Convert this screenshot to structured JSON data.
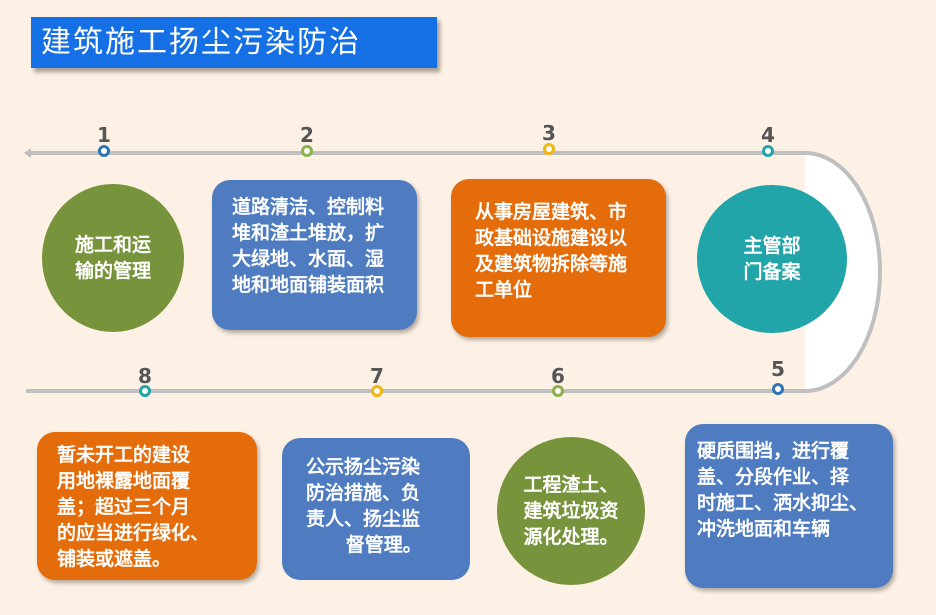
{
  "title": "建筑施工扬尘污染防治",
  "steps": [
    {
      "num": "1",
      "text": "施工和运\n输的管理"
    },
    {
      "num": "2",
      "text": "道路清洁、控制料\n堆和渣土堆放，扩\n大绿地、水面、湿\n地和地面铺装面积"
    },
    {
      "num": "3",
      "text": "从事房屋建筑、市\n政基础设施建设以\n及建筑物拆除等施\n工单位"
    },
    {
      "num": "4",
      "text": "主管部\n门备案"
    },
    {
      "num": "5",
      "text": "硬质围挡，进行覆\n盖、分段作业、择\n时施工、洒水抑尘、\n冲洗地面和车辆"
    },
    {
      "num": "6",
      "text": "工程渣土、\n建筑垃圾资\n源化处理。"
    },
    {
      "num": "7",
      "text": "公示扬尘污染\n防治措施、负\n责人、扬尘监\n      督管理。"
    },
    {
      "num": "8",
      "text": "暂未开工的建设\n用地裸露地面覆\n盖；超过三个月\n的应当进行绿化、\n铺装或遮盖。"
    }
  ],
  "colors": {
    "green": "#77933c",
    "blue": "#4f7cc0",
    "orange": "#e46c0a",
    "teal": "#22a5a8",
    "title_bg": "#1570e6",
    "track": "#bfbfbf"
  }
}
